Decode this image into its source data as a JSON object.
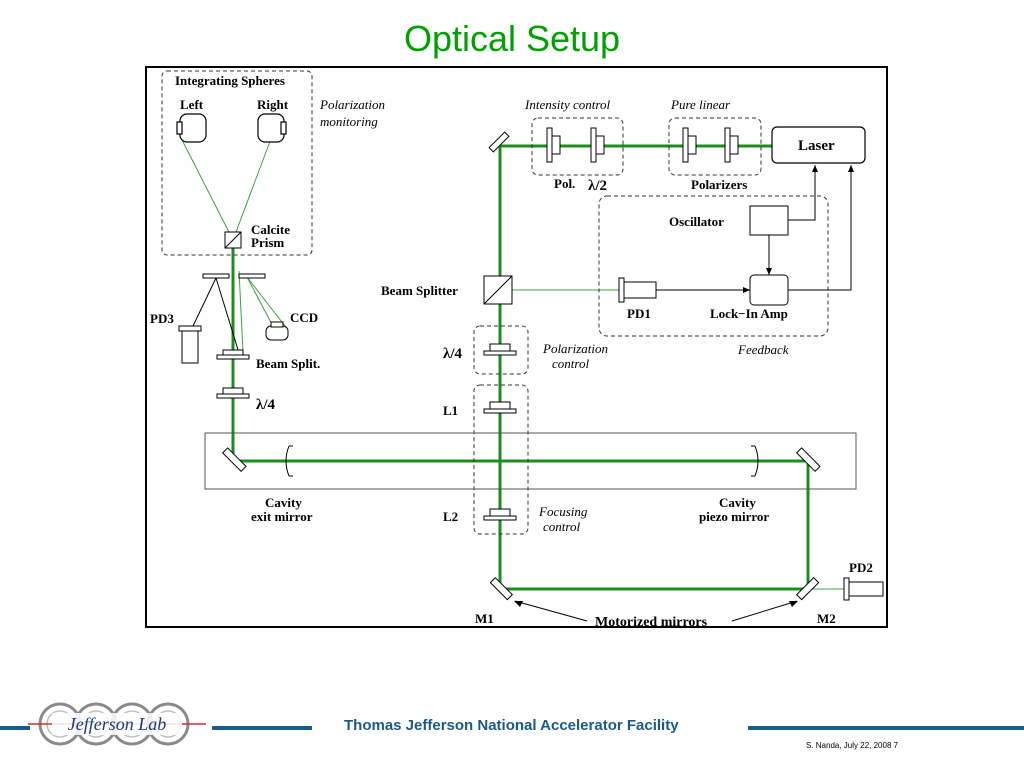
{
  "slide": {
    "title": "Optical Setup"
  },
  "diagram": {
    "integrating_spheres": "Integrating Spheres",
    "left": "Left",
    "right": "Right",
    "polarization_monitoring_1": "Polarization",
    "polarization_monitoring_2": "monitoring",
    "calcite_1": "Calcite",
    "calcite_2": "Prism",
    "pd3": "PD3",
    "ccd": "CCD",
    "beam_split": "Beam Split.",
    "lambda4_left": "λ/4",
    "intensity_control": "Intensity control",
    "pure_linear": "Pure linear",
    "laser": "Laser",
    "pol": "Pol.",
    "lambda2": "λ/2",
    "polarizers": "Polarizers",
    "oscillator": "Oscillator",
    "beam_splitter": "Beam Splitter",
    "pd1": "PD1",
    "lock_in_amp": "Lock−In Amp",
    "feedback": "Feedback",
    "lambda4_mid": "λ/4",
    "polarization_control_1": "Polarization",
    "polarization_control_2": "control",
    "l1": "L1",
    "l2": "L2",
    "focusing_control_1": "Focusing",
    "focusing_control_2": "control",
    "cavity_exit_1": "Cavity",
    "cavity_exit_2": "exit mirror",
    "cavity_piezo_1": "Cavity",
    "cavity_piezo_2": "piezo mirror",
    "pd2": "PD2",
    "m1": "M1",
    "m2": "M2",
    "motorized_mirrors": "Motorized mirrors",
    "beam_color": "#1f8c1f",
    "thin_beam_color": "#3fa03f"
  },
  "footer": {
    "logo_text": "Jefferson Lab",
    "facility": "Thomas Jefferson National Accelerator Facility",
    "credit": "S. Nanda, July 22, 2008 7",
    "bar_color": "#1a5a8a",
    "title_color": "#00a000"
  }
}
